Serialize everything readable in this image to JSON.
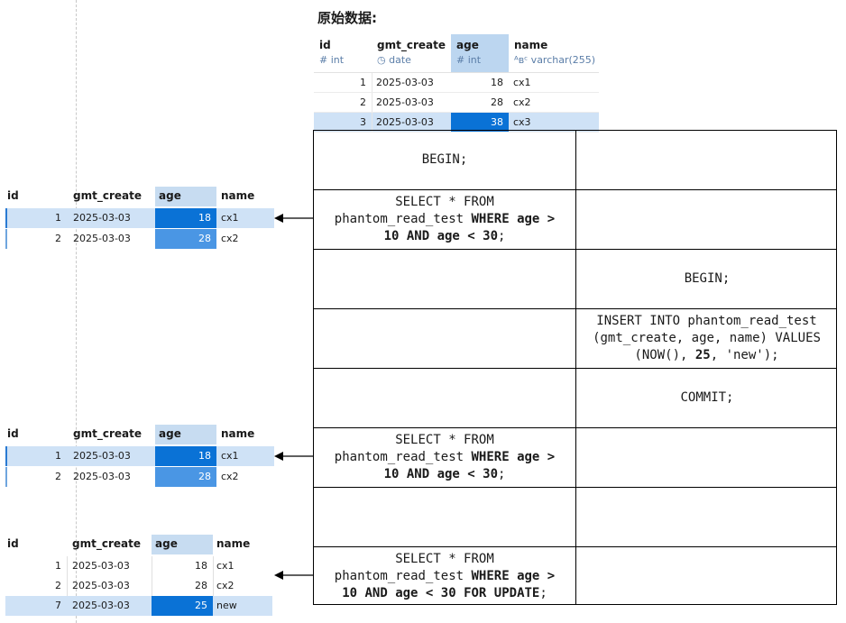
{
  "original": {
    "title": "原始数据:",
    "columns": [
      {
        "name": "id",
        "type": "# int"
      },
      {
        "name": "gmt_create",
        "type": "◷ date"
      },
      {
        "name": "age",
        "type": "# int"
      },
      {
        "name": "name",
        "type": "ᴬʙᶜ varchar(255)"
      }
    ],
    "rows": [
      {
        "idx": "1",
        "gmt_create": "2025-03-03",
        "age": "18",
        "name": "cx1"
      },
      {
        "idx": "2",
        "gmt_create": "2025-03-03",
        "age": "28",
        "name": "cx2"
      },
      {
        "idx": "3",
        "gmt_create": "2025-03-03",
        "age": "38",
        "name": "cx3"
      }
    ]
  },
  "steps": {
    "t1_begin": "BEGIN;",
    "t1_select1_line1": "SELECT * FROM",
    "t1_select1_line2a": "phantom_read_test ",
    "t1_select1_line2b": "WHERE age >",
    "t1_select1_line3": "10 AND age < 30",
    "t1_select1_line3end": ";",
    "t2_begin": "BEGIN;",
    "t2_insert_line1": "INSERT INTO phantom_read_test",
    "t2_insert_line2": "(gmt_create, age, name) VALUES",
    "t2_insert_line3a": "(NOW(), ",
    "t2_insert_line3b": "25",
    "t2_insert_line3c": ", 'new');",
    "t2_commit": "COMMIT;",
    "t1_select2_line1": "SELECT * FROM",
    "t1_select2_line2a": "phantom_read_test ",
    "t1_select2_line2b": "WHERE age >",
    "t1_select2_line3": "10 AND age < 30",
    "t1_select2_line3end": ";",
    "t1_select3_line1": "SELECT * FROM",
    "t1_select3_line2a": "phantom_read_test ",
    "t1_select3_line2b": "WHERE age >",
    "t1_select3_line3": "10 AND age < 30 FOR UPDATE",
    "t1_select3_line3end": ";"
  },
  "results": {
    "headers": {
      "id": "id",
      "gmt_create": "gmt_create",
      "age": "age",
      "name": "name"
    },
    "first": [
      {
        "idx": "1",
        "gmt_create": "2025-03-03",
        "age": "18",
        "name": "cx1"
      },
      {
        "idx": "2",
        "gmt_create": "2025-03-03",
        "age": "28",
        "name": "cx2"
      }
    ],
    "second": [
      {
        "idx": "1",
        "gmt_create": "2025-03-03",
        "age": "18",
        "name": "cx1"
      },
      {
        "idx": "2",
        "gmt_create": "2025-03-03",
        "age": "28",
        "name": "cx2"
      }
    ],
    "third": [
      {
        "idx": "1",
        "gmt_create": "2025-03-03",
        "age": "18",
        "name": "cx1"
      },
      {
        "idx": "2",
        "gmt_create": "2025-03-03",
        "age": "28",
        "name": "cx2"
      },
      {
        "idx": "7",
        "gmt_create": "2025-03-03",
        "age": "25",
        "name": "new"
      }
    ]
  },
  "colors": {
    "selected_cell": "#0a72d6",
    "selected_row": "#cfe2f6",
    "age_header": "#c7dcf1"
  }
}
